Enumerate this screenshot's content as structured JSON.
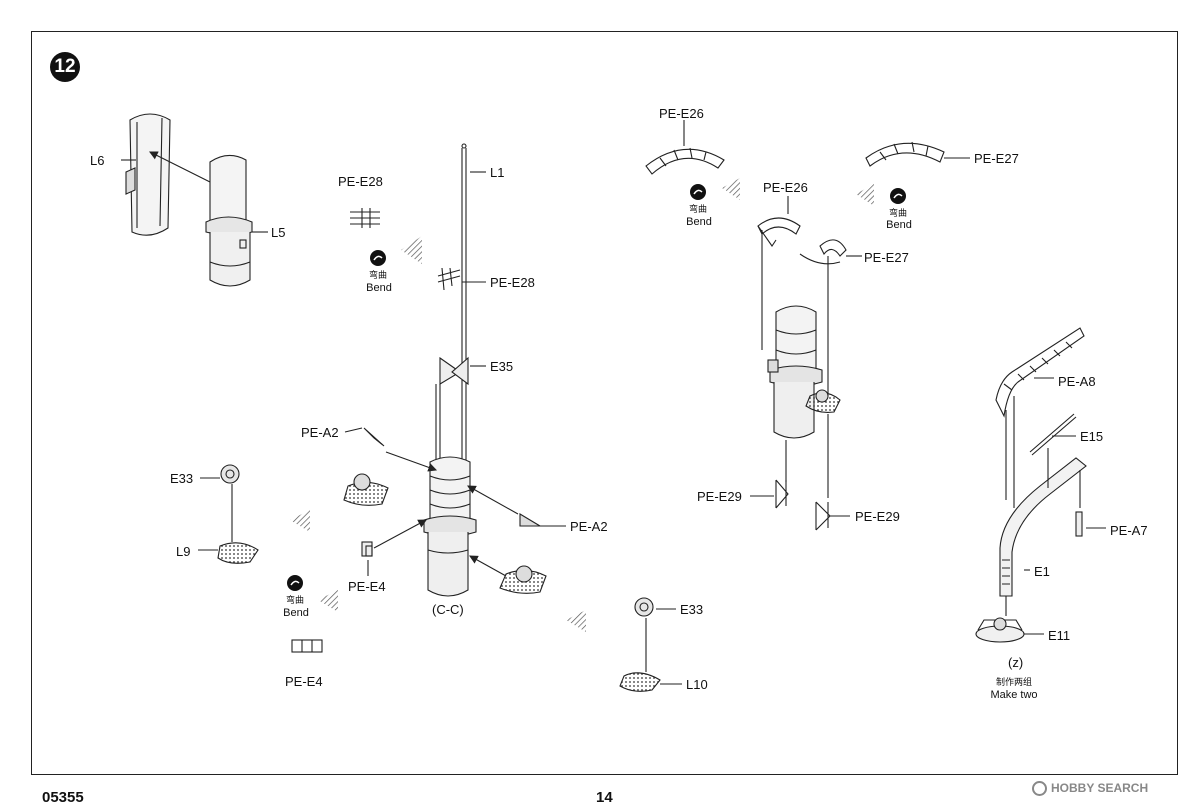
{
  "step_number": "12",
  "footer": {
    "code": "05355",
    "page": "14"
  },
  "watermark": {
    "text": "HOBBY SEARCH",
    "icon": "registered-mark-icon"
  },
  "bend": {
    "zh": "弯曲",
    "en": "Bend",
    "icon": "bend-arrow-icon"
  },
  "make_two": {
    "zh": "制作两组",
    "en": "Make two"
  },
  "section_labels": {
    "cc": "(C-C)",
    "z": "(z)"
  },
  "labels": {
    "l6": "L6",
    "l5": "L5",
    "pe_e28_top": "PE-E28",
    "l1": "L1",
    "pe_e28_mid": "PE-E28",
    "e35": "E35",
    "pe_a2_left": "PE-A2",
    "pe_a2_right": "PE-A2",
    "e33_left": "E33",
    "l9": "L9",
    "pe_e4_mid": "PE-E4",
    "pe_e4_bottom": "PE-E4",
    "e33_right": "E33",
    "l10": "L10",
    "pe_e26_top": "PE-E26",
    "pe_e26_mid": "PE-E26",
    "pe_e27_top": "PE-E27",
    "pe_e27_mid": "PE-E27",
    "pe_e29_left": "PE-E29",
    "pe_e29_right": "PE-E29",
    "pe_a8": "PE-A8",
    "e15": "E15",
    "pe_a7": "PE-A7",
    "e1": "E1",
    "e11": "E11"
  },
  "colors": {
    "line": "#222222",
    "fill": "#f0f0f0",
    "shade": "#cccccc"
  }
}
